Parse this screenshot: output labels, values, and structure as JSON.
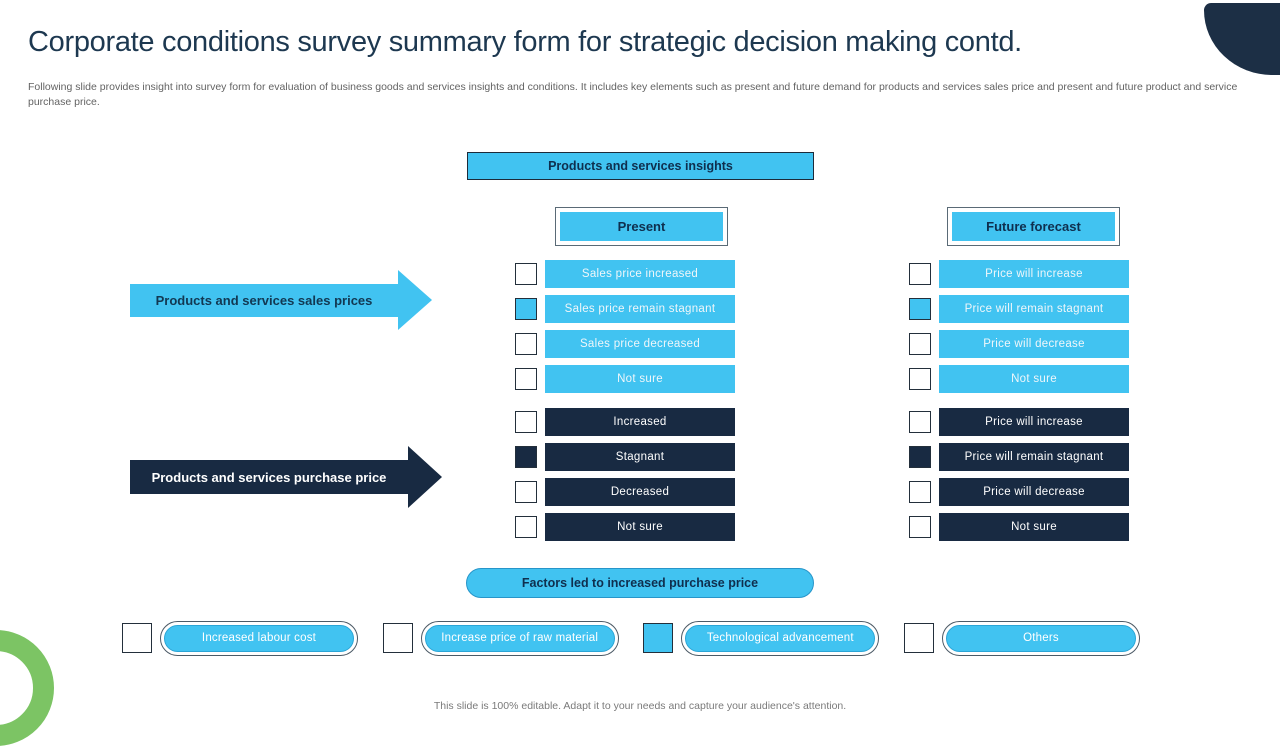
{
  "slide": {
    "title": "Corporate conditions survey summary form for strategic decision making contd.",
    "subtitle": "Following slide provides insight into survey form for evaluation of business goods and services insights and conditions. It includes key elements such as present and future demand for products and services sales price and present and future product and service purchase price.",
    "footer": "This slide is 100% editable. Adapt it to your needs and capture your audience's attention."
  },
  "colors": {
    "accent_blue": "#41C3F1",
    "navy": "#182A42",
    "corner_navy": "#1C2F45",
    "ring_green": "#7CC464",
    "title_text": "#1D3850"
  },
  "insights_header": "Products and services insights",
  "columns": {
    "present": "Present",
    "future": "Future forecast"
  },
  "sales": {
    "arrow_label": "Products and services sales prices",
    "present_options": [
      {
        "label": "Sales price increased",
        "checked": false
      },
      {
        "label": "Sales price remain stagnant",
        "checked": true
      },
      {
        "label": "Sales price decreased",
        "checked": false
      },
      {
        "label": "Not sure",
        "checked": false
      }
    ],
    "future_options": [
      {
        "label": "Price will increase",
        "checked": false
      },
      {
        "label": "Price will remain stagnant",
        "checked": true
      },
      {
        "label": "Price will decrease",
        "checked": false
      },
      {
        "label": "Not sure",
        "checked": false
      }
    ]
  },
  "purchase": {
    "arrow_label": "Products and services purchase price",
    "present_options": [
      {
        "label": "Increased",
        "checked": false
      },
      {
        "label": "Stagnant",
        "checked": true
      },
      {
        "label": "Decreased",
        "checked": false
      },
      {
        "label": "Not sure",
        "checked": false
      }
    ],
    "future_options": [
      {
        "label": "Price will increase",
        "checked": false
      },
      {
        "label": "Price will remain stagnant",
        "checked": true
      },
      {
        "label": "Price will decrease",
        "checked": false
      },
      {
        "label": "Not sure",
        "checked": false
      }
    ]
  },
  "factors": {
    "header": "Factors led to increased purchase price",
    "options": [
      {
        "label": "Increased labour cost",
        "checked": false
      },
      {
        "label": "Increase price of raw material",
        "checked": false
      },
      {
        "label": "Technological advancement",
        "checked": true
      },
      {
        "label": "Others",
        "checked": false
      }
    ]
  }
}
